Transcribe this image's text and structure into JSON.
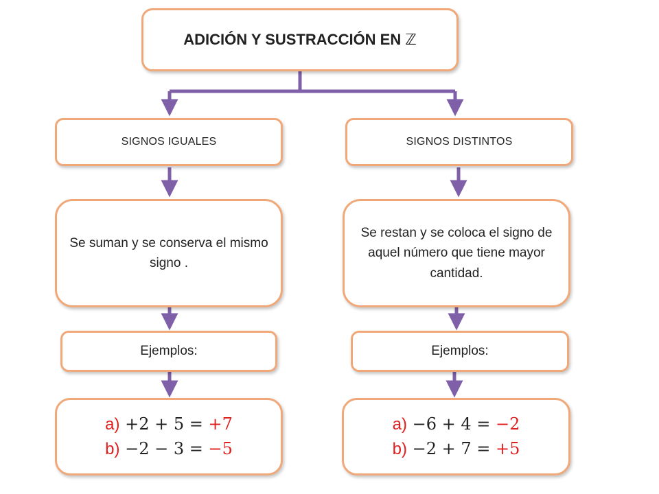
{
  "title": {
    "text": "ADICIÓN Y SUSTRACCIÓN EN",
    "symbol": "ℤ"
  },
  "left": {
    "category": "SIGNOS IGUALES",
    "rule": "Se suman y se  conserva el mismo signo .",
    "examples_label": "Ejemplos:",
    "examples": [
      {
        "label": "a)",
        "expr": "+2 + 5 = ",
        "result": "+7"
      },
      {
        "label": "b)",
        "expr": "−2 − 3 = ",
        "result": "−5"
      }
    ]
  },
  "right": {
    "category": "SIGNOS DISTINTOS",
    "rule": "Se restan y se coloca el signo de aquel número que tiene mayor cantidad.",
    "examples_label": "Ejemplos:",
    "examples": [
      {
        "label": "a)",
        "expr": "−6 + 4 = ",
        "result": "−2"
      },
      {
        "label": "b)",
        "expr": "−2 + 7 = ",
        "result": "+5"
      }
    ]
  },
  "colors": {
    "border": "#f0a878",
    "arrow": "#7f5fa8",
    "highlight": "#e02020"
  }
}
